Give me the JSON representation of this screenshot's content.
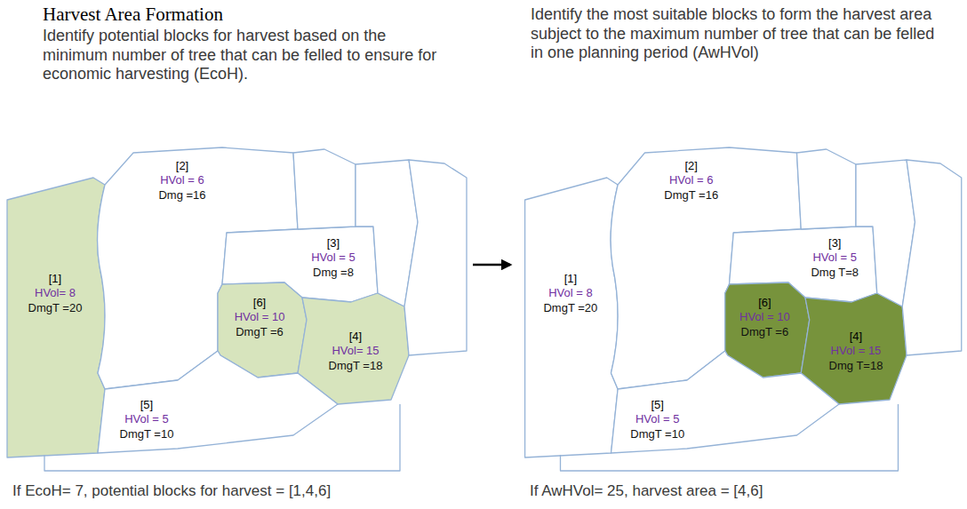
{
  "diagram": {
    "title": "Harvest Area Formation",
    "nodes": [
      {
        "text": [
          "[1]",
          "HVol= 8",
          "DmgT =20"
        ]
      },
      {
        "text": [
          "[2]",
          "HVol = 6",
          "Dmg =16"
        ]
      },
      {
        "text": [
          "[3]",
          "HVol = 5",
          "Dmg =8"
        ]
      },
      {
        "text": [
          "[6]",
          "HVol = 10",
          "DmgT =6"
        ]
      },
      {
        "text": [
          "[4]",
          "HVol= 15",
          "DmgT =18"
        ]
      },
      {
        "text": [
          "[5]",
          "HVol = 5",
          "DmgT =10"
        ]
      },
      {
        "text": [
          "[1]",
          "HVol = 8",
          "DmgT =20"
        ]
      },
      {
        "text": [
          "[2]",
          "HVol = 6",
          "DmgT =16"
        ]
      },
      {
        "text": [
          "[3]",
          "HVol = 5",
          "Dmg T=8"
        ]
      },
      {
        "text": [
          "[6]",
          "HVol = 10",
          "DmgT =6"
        ]
      },
      {
        "text": [
          "[4]",
          "HVol = 15",
          "Dmg T=18"
        ]
      },
      {
        "text": [
          "[5]",
          "HVol = 5",
          "DmgT =10"
        ]
      }
    ],
    "labels": [
      "Identify potential blocks for harvest based on the minimum number of tree that can be felled to ensure for economic harvesting (EcoH).",
      "Identify the most suitable blocks to form the harvest area subject to the maximum number of tree that can be felled in one planning period (AwHVol)",
      "If EcoH= 7, potential blocks for harvest = [1,4,6]",
      "If AwHVol= 25, harvest area = [4,6]"
    ]
  }
}
